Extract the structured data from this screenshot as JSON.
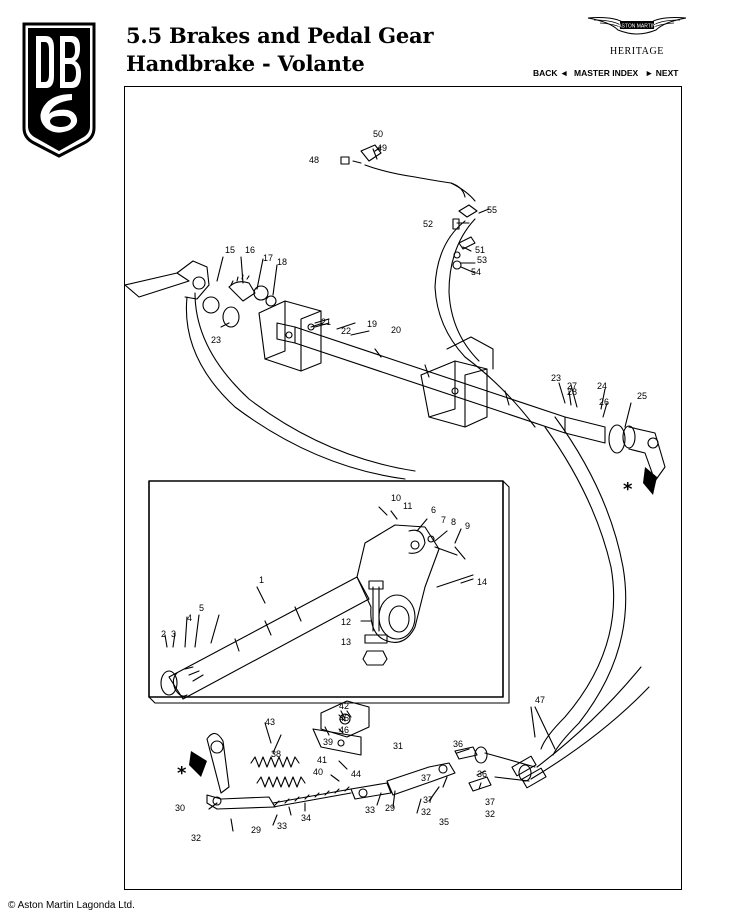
{
  "header": {
    "logo_label": "DB6",
    "title_line1": "5.5 Brakes and Pedal Gear",
    "title_line2": "Handbrake - Volante",
    "brand_wordmark": "ASTON MARTIN",
    "brand_sub": "HERITAGE"
  },
  "nav": {
    "back": "BACK ◄",
    "master_index": "MASTER INDEX",
    "next": "► NEXT"
  },
  "diagram": {
    "callouts": {
      "c1": "1",
      "c2": "2",
      "c3": "3",
      "c4": "4",
      "c5": "5",
      "c6": "6",
      "c7": "7",
      "c8": "8",
      "c9": "9",
      "c10": "10",
      "c11": "11",
      "c12": "12",
      "c13": "13",
      "c14": "14",
      "c15": "15",
      "c16": "16",
      "c17": "17",
      "c18": "18",
      "c19": "19",
      "c20": "20",
      "c21": "21",
      "c22": "22",
      "c23a": "23",
      "c23b": "23",
      "c24": "24",
      "c25": "25",
      "c26": "26",
      "c27": "27",
      "c28": "28",
      "c29a": "29",
      "c29b": "29",
      "c30": "30",
      "c31": "31",
      "c32a": "32",
      "c32b": "32",
      "c32c": "32",
      "c33a": "33",
      "c33b": "33",
      "c34": "34",
      "c35": "35",
      "c36a": "36",
      "c36b": "36",
      "c37a": "37",
      "c37b": "37",
      "c37c": "37",
      "c38": "38",
      "c39": "39",
      "c40": "40",
      "c41": "41",
      "c42": "42",
      "c43": "43",
      "c44": "44",
      "c45": "45",
      "c46": "46",
      "c47": "47",
      "c48": "48",
      "c49": "49",
      "c50": "50",
      "c51": "51",
      "c52": "52",
      "c53": "53",
      "c54": "54",
      "c55": "55"
    },
    "star_marker": "*"
  },
  "footer": {
    "copyright": "© Aston Martin Lagonda Ltd."
  }
}
